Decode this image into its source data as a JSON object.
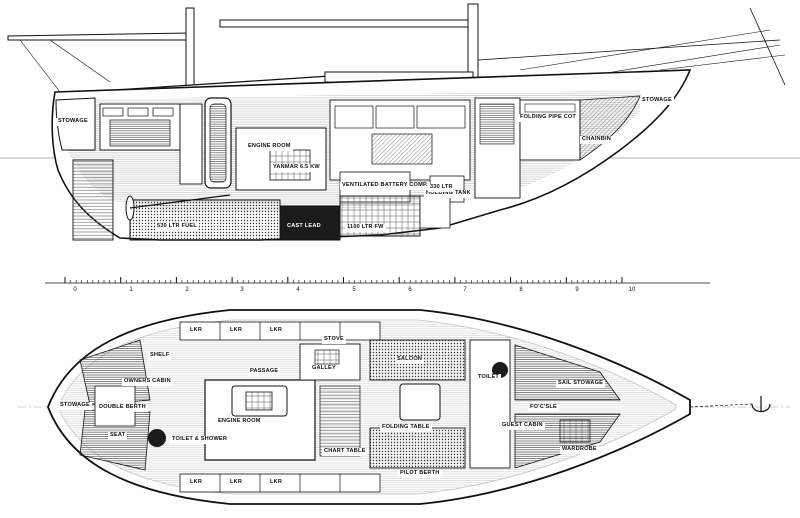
{
  "colors": {
    "ink": "#111111",
    "hatch": "#555555",
    "dark_tank": "#1b1b1b",
    "paper": "#ffffff",
    "grey_fill": "#cfcfcf"
  },
  "profile": {
    "labels": {
      "stowage_aft": "STOWAGE",
      "engine_room": "ENGINE ROOM",
      "engine_spec": "YANMAR 6.5 KW",
      "ventilated_battery": "VENTILATED BATTERY COMP.",
      "holding_tank": "HOLDING TANK",
      "chainbin": "CHAINBIN",
      "stowage_fwd": "STOWAGE",
      "tank_330": "330 LTR",
      "fuel": "530 LTR FUEL",
      "cast_lead": "CAST LEAD",
      "fw": "1100 LTR FW",
      "folding_pipe_cot": "FOLDING PIPE COT"
    }
  },
  "scale": {
    "major_ticks": [
      "0",
      "1",
      "2",
      "3",
      "4",
      "5",
      "6",
      "7",
      "8",
      "9",
      "10"
    ]
  },
  "plan": {
    "labels": {
      "stowage": "STOWAGE",
      "owners_cabin": "OWNERS CABIN",
      "double_berth": "DOUBLE BERTH",
      "toilet_shower": "TOILET & SHOWER",
      "passage": "PASSAGE",
      "engine_room": "ENGINE ROOM",
      "galley": "GALLEY",
      "stove": "STOVE",
      "saloon": "SALOON",
      "folding_table": "FOLDING TABLE",
      "chart_table": "CHART TABLE",
      "pilot_berth": "PILOT BERTH",
      "toilet_fwd": "TOILET",
      "sail_stowage": "SAIL STOWAGE",
      "foc_sle": "FO'C'SLE",
      "guest_cabin": "GUEST CABIN",
      "wardrobe": "WARDROBE",
      "lkr": "LKR",
      "shelf": "SHELF",
      "seat": "SEAT"
    }
  }
}
